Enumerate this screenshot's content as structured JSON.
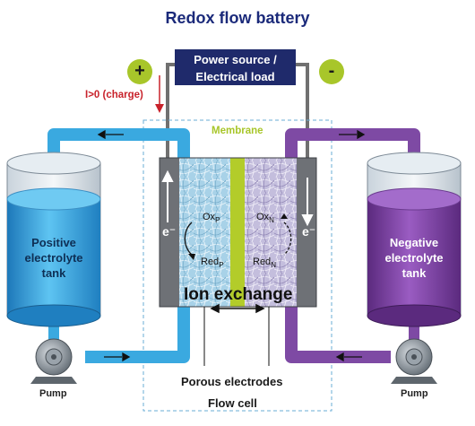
{
  "title": "Redox flow battery",
  "power_source": {
    "line1": "Power source /",
    "line2": "Electrical load"
  },
  "terminals": {
    "positive": "+",
    "negative": "-"
  },
  "charge_label": "I>0 (charge)",
  "membrane_label": "Membrane",
  "positive_tank": {
    "line1": "Positive",
    "line2": "electrolyte",
    "line3": "tank"
  },
  "negative_tank": {
    "line1": "Negative",
    "line2": "electrolyte",
    "line3": "tank"
  },
  "electron_label": "e⁻",
  "positive_half": {
    "ox": "Ox",
    "ox_sub": "P",
    "red": "Red",
    "red_sub": "P"
  },
  "negative_half": {
    "ox": "Ox",
    "ox_sub": "N",
    "red": "Red",
    "red_sub": "N"
  },
  "ion_exchange": "Ion exchange",
  "pump_label": "Pump",
  "electrodes_label": "Porous electrodes",
  "flow_cell_label": "Flow cell",
  "colors": {
    "title": "#1b2a7a",
    "accent": "#a8c62a",
    "positive_fluid": "#3aa9e0",
    "negative_fluid": "#7e4aa4",
    "charge": "#c8222b"
  }
}
